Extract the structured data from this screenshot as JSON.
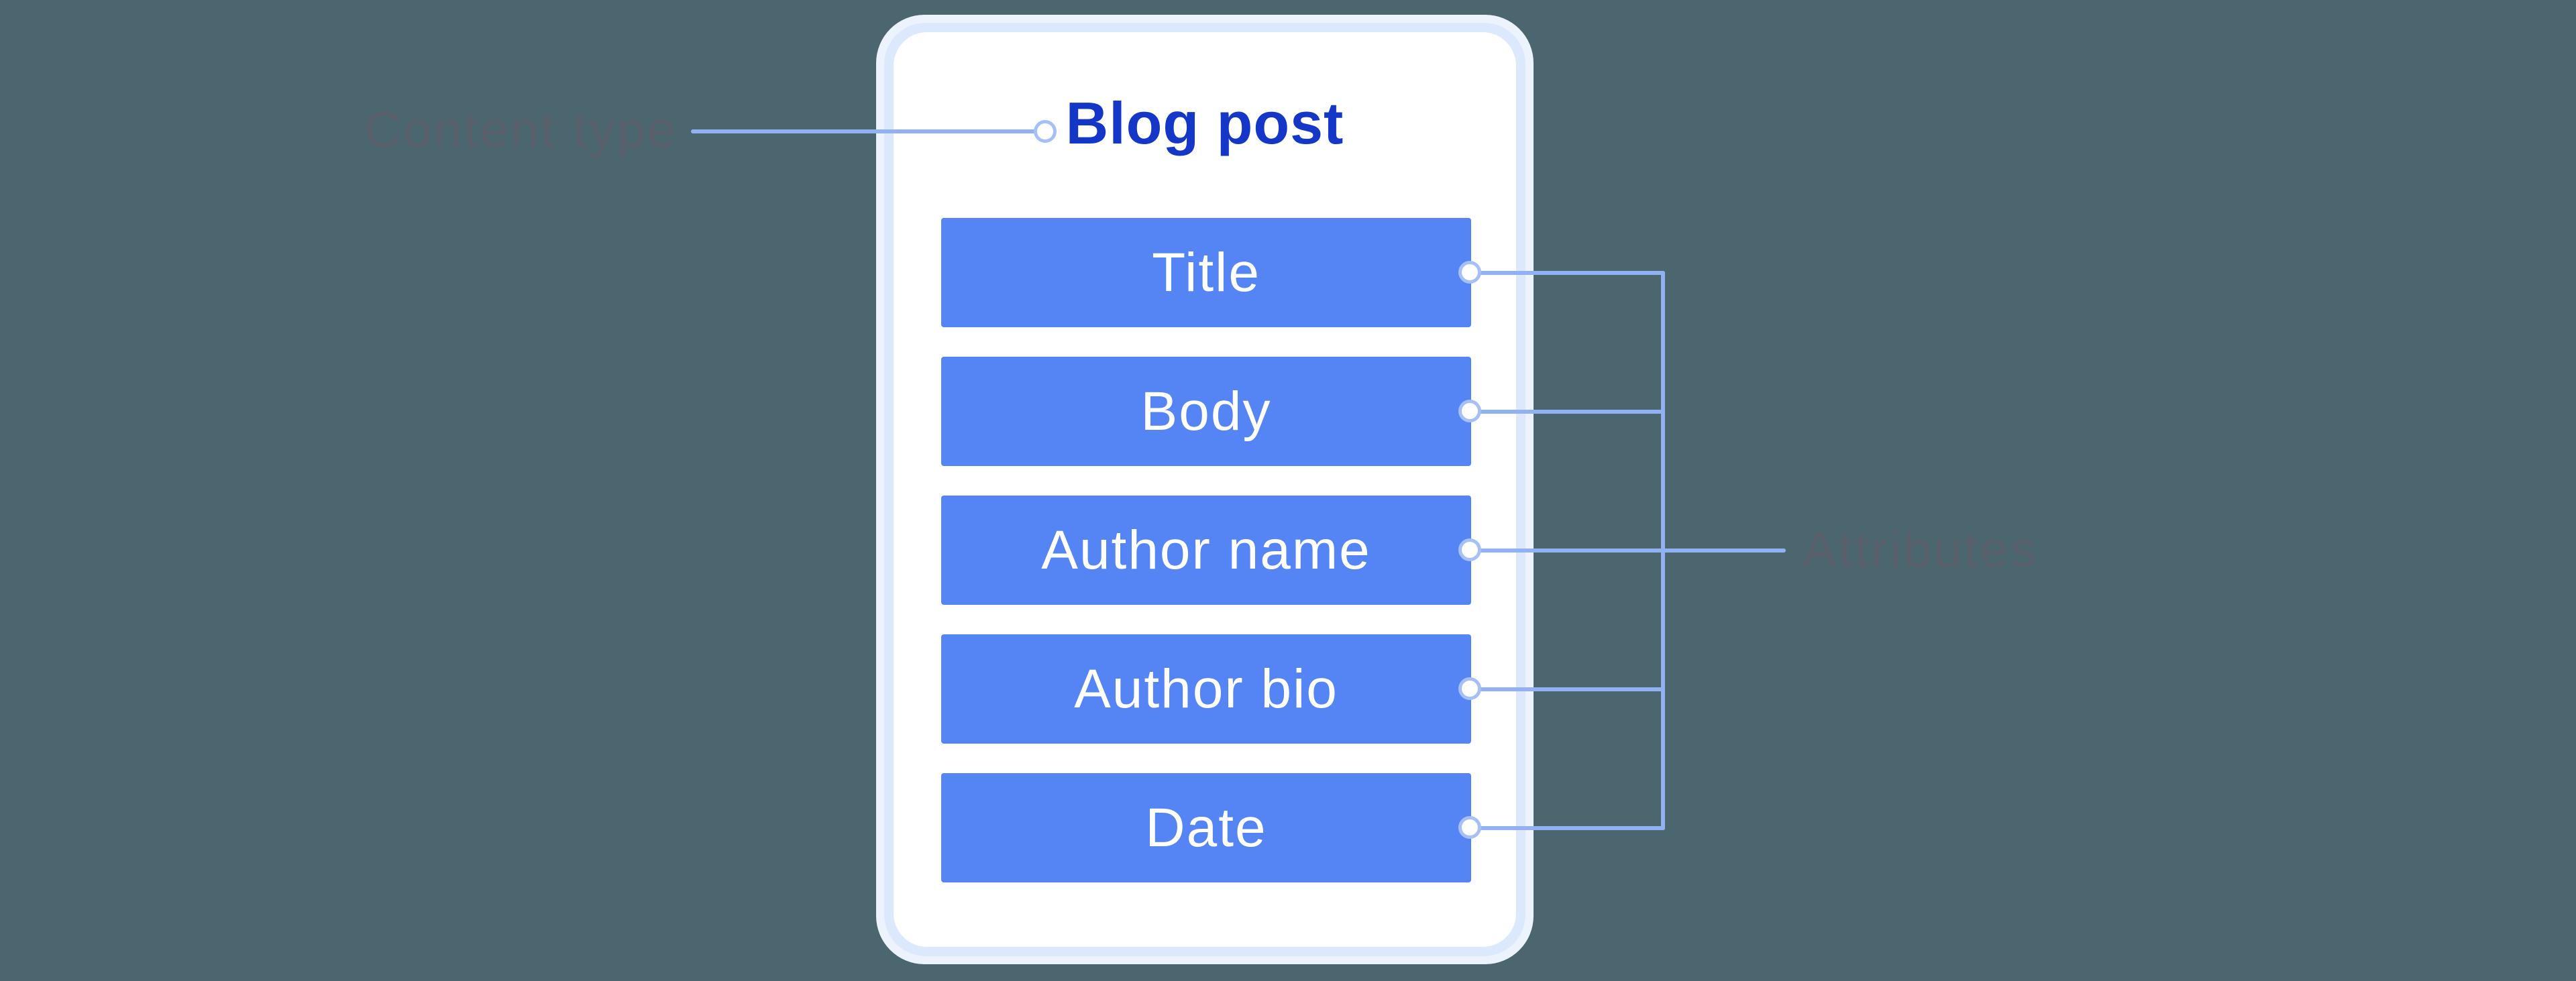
{
  "left_label": {
    "text": "Content type"
  },
  "right_label": {
    "text": "Attributes"
  },
  "card": {
    "title": "Blog post",
    "attributes": [
      {
        "label": "Title"
      },
      {
        "label": "Body"
      },
      {
        "label": "Author name"
      },
      {
        "label": "Author bio"
      },
      {
        "label": "Date"
      }
    ]
  },
  "colors": {
    "background": "#4c6670",
    "card_glow": "#edf3fd",
    "card_border": "#dce8fb",
    "card_bg": "#ffffff",
    "bar": "#5584f5",
    "bar_text": "#ffffff",
    "title": "#1537c8",
    "label": "#59606b",
    "line": "#91b1f3",
    "ring_border": "#a6c0f7"
  }
}
